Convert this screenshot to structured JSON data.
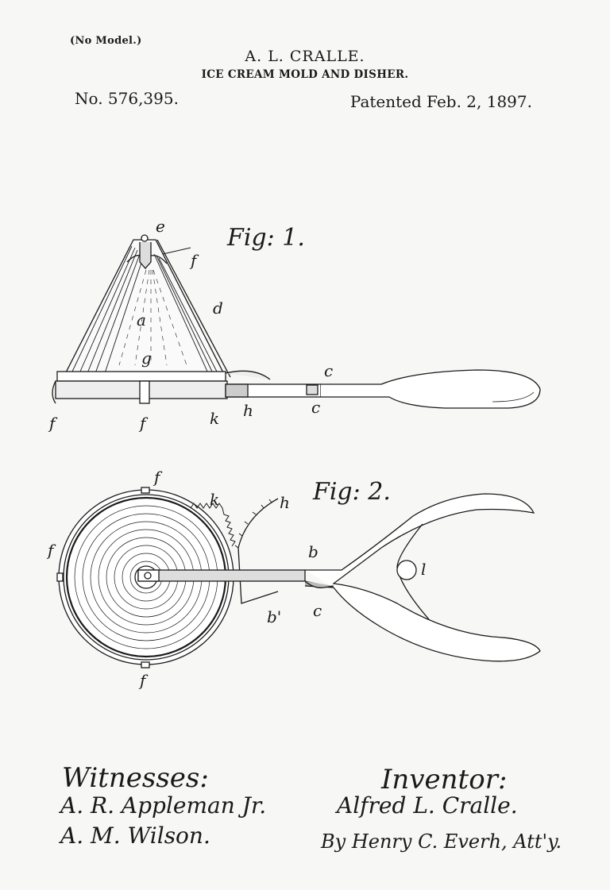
{
  "header": {
    "model_note": "(No Model.)",
    "inventor_name": "A. L. CRALLE.",
    "title": "ICE CREAM MOLD AND DISHER.",
    "patent_number": "No. 576,395.",
    "patent_date": "Patented Feb. 2, 1897."
  },
  "figures": [
    {
      "label": "Fig: 1.",
      "reference_letters": [
        "e",
        "f",
        "d",
        "a",
        "g",
        "c",
        "c",
        "f",
        "f",
        "k",
        "h"
      ]
    },
    {
      "label": "Fig: 2.",
      "reference_letters": [
        "f",
        "k",
        "h",
        "f",
        "b",
        "b'",
        "c",
        "l",
        "f"
      ]
    }
  ],
  "signatures": {
    "witnesses_label": "Witnesses:",
    "witnesses": [
      "A. R. Appleman Jr.",
      "A. M. Wilson."
    ],
    "inventor_label": "Inventor:",
    "inventor": "Alfred L. Cralle.",
    "attorney": "By Henry C. Everh, Att'y."
  }
}
